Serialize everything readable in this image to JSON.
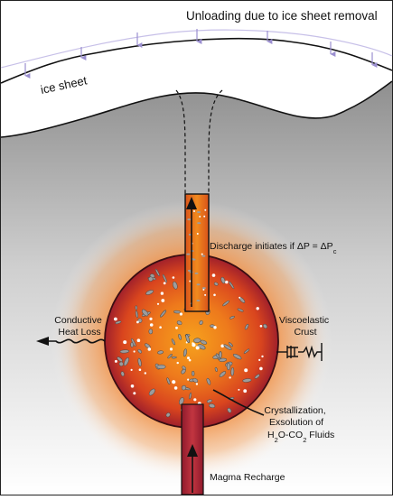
{
  "labels": {
    "unloading": "Unloading due to ice sheet removal",
    "ice_sheet": "ice sheet",
    "discharge_main": "Discharge initiates if ΔP = ΔP",
    "discharge_sub": "c",
    "conductive_line1": "Conductive",
    "conductive_line2": "Heat Loss",
    "viscoelastic_line1": "Viscoelastic",
    "viscoelastic_line2": "Crust",
    "crystallization_line1": "Crystallization,",
    "crystallization_line2": "Exsolution of",
    "exsolution_part1": "H",
    "exsolution_sub1": "2",
    "exsolution_part2": "O-CO",
    "exsolution_sub2": "2",
    "exsolution_part3": " Fluids",
    "magma_recharge": "Magma Recharge"
  },
  "colors": {
    "magma_core": "#f39a1e",
    "magma_mid": "#e4571c",
    "magma_rim": "#9e1c2a",
    "halo": "#f6a15a",
    "conduit": "#e96a1c",
    "recharge": "#b3263a",
    "ice_arrow": "#9b8fd0",
    "crust_gray": "#9d9d9d"
  }
}
